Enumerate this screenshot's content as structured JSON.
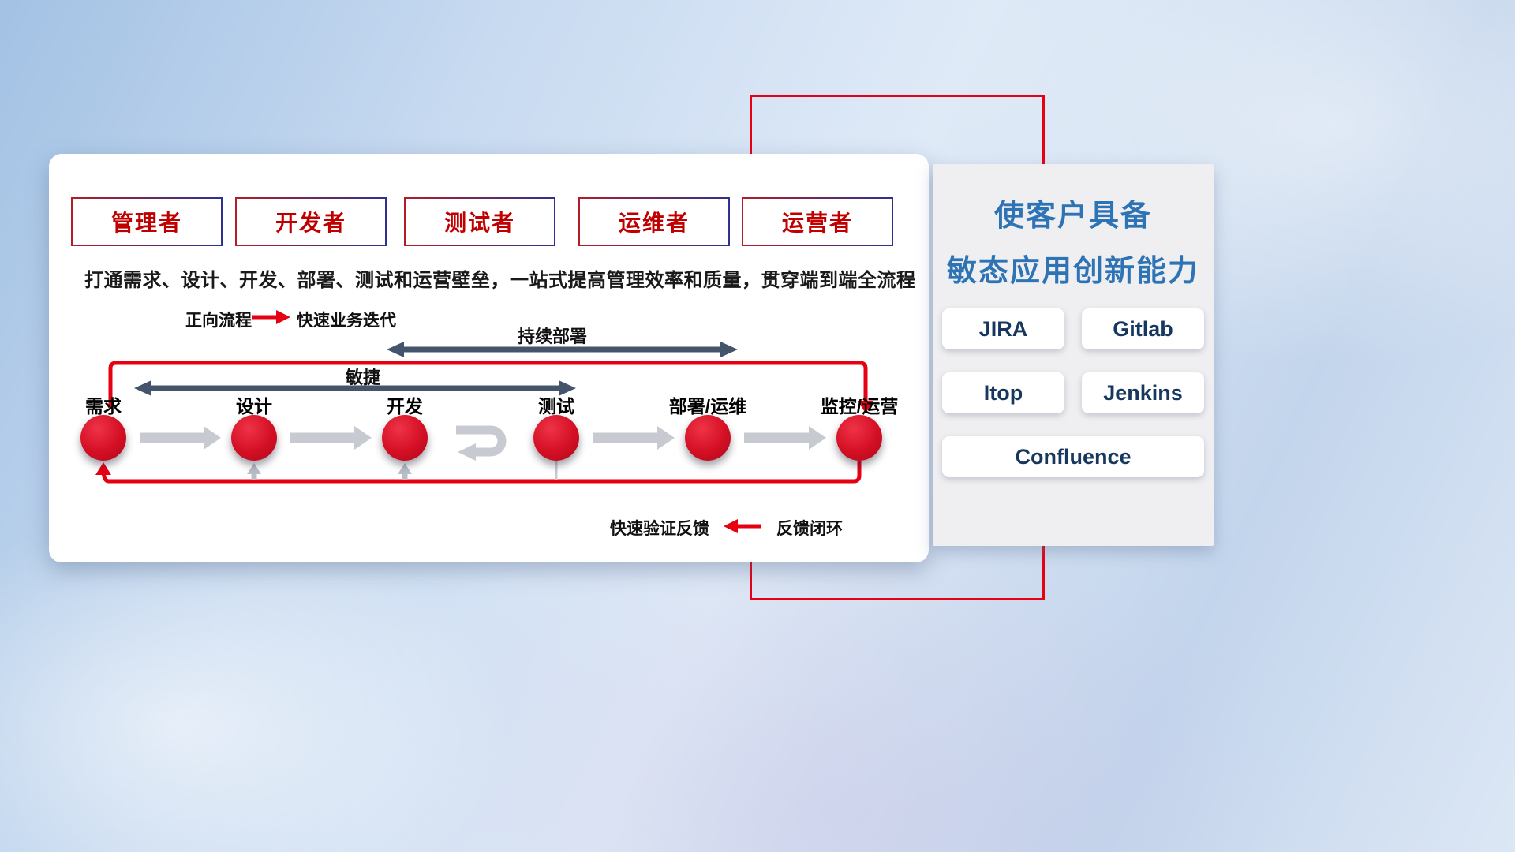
{
  "colors": {
    "accent_red": "#e60012",
    "node_red": "#d40f24",
    "dark_arrow": "#44546a",
    "gray_arrow": "#c7cbd1",
    "role_text_red": "#c00000",
    "title_blue": "#2e74b5",
    "tool_text_navy": "#17375e"
  },
  "roles": [
    "管理者",
    "开发者",
    "测试者",
    "运维者",
    "运营者"
  ],
  "subtitle": "打通需求、设计、开发、部署、测试和运营壁垒，一站式提高管理效率和质量，贯穿端到端全流程",
  "legend_forward": {
    "label": "正向流程",
    "desc": "快速业务迭代"
  },
  "flow": {
    "stages": [
      "需求",
      "设计",
      "开发",
      "测试",
      "部署/运维",
      "监控/运营"
    ],
    "agile_label": "敏捷",
    "deploy_label": "持续部署"
  },
  "legend_feedback": {
    "desc": "快速验证反馈",
    "label": "反馈闭环"
  },
  "right_panel": {
    "title_line1": "使客户具备",
    "title_line2": "敏态应用创新能力",
    "tools": [
      "JIRA",
      "Gitlab",
      "Itop",
      "Jenkins",
      "Confluence"
    ]
  }
}
